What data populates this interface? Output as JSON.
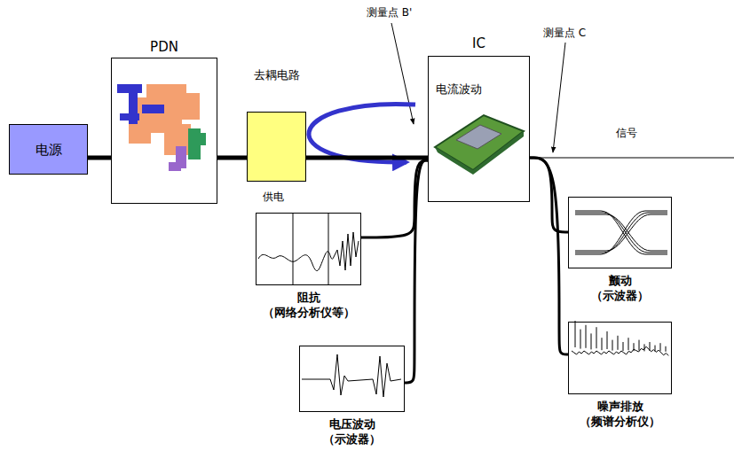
{
  "diagram": {
    "nodes": [
      {
        "text": [
          "电源"
        ]
      },
      {
        "text": [
          "PDN"
        ]
      },
      {
        "text": [
          "去耦电路"
        ]
      },
      {
        "text": [
          "IC",
          "电流波动"
        ]
      },
      {
        "text": [
          "阻抗",
          "（网络分析仪等）"
        ]
      },
      {
        "text": [
          "电压波动",
          "（示波器）"
        ]
      },
      {
        "text": [
          "颤动",
          "（示波器）"
        ]
      },
      {
        "text": [
          "噪声排放",
          "（频谱分析仪）"
        ]
      }
    ],
    "edges": [
      {
        "from": 0,
        "to": 1,
        "arrow": "none"
      },
      {
        "from": 1,
        "to": 2,
        "arrow": "none"
      },
      {
        "from": 2,
        "to": 3,
        "arrow": "none"
      },
      {
        "from": 3,
        "to": 4,
        "arrow": "none"
      },
      {
        "from": 3,
        "to": 5,
        "arrow": "none"
      },
      {
        "from": 3,
        "to": 6,
        "arrow": "none"
      },
      {
        "from": 3,
        "to": 7,
        "arrow": "none"
      }
    ],
    "labels": [
      "测量点 B'",
      "测量点 C",
      "信号",
      "供电"
    ]
  }
}
